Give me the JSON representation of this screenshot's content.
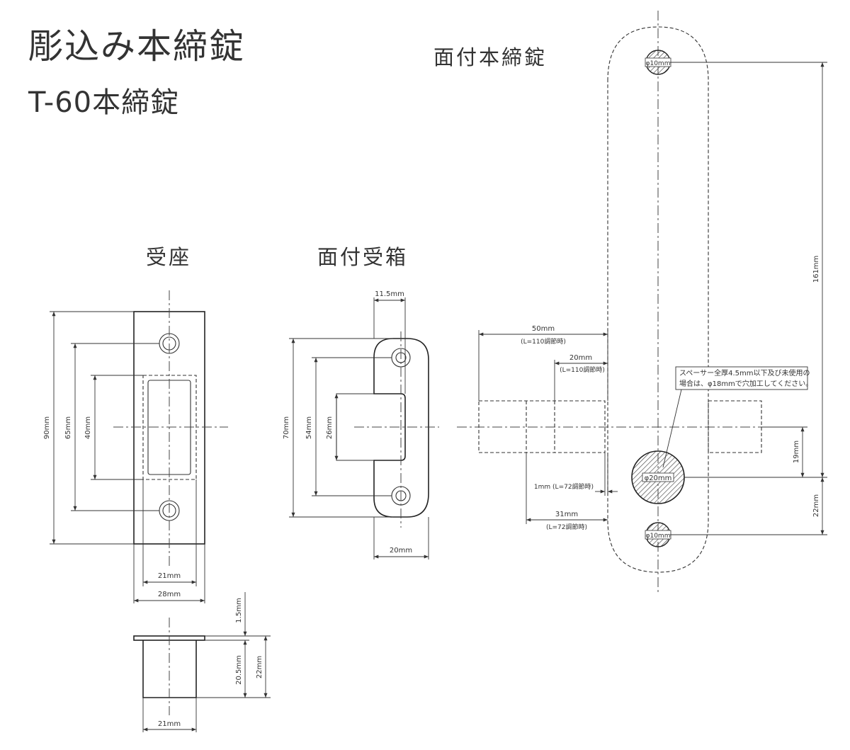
{
  "title": "彫込み本締錠",
  "subtitle": "T-60本締錠",
  "labels": {
    "receiver": "受座",
    "surface_box": "面付受箱",
    "surface_lock": "面付本締錠"
  },
  "dimensions": {
    "ukeza_90": "90mm",
    "ukeza_65": "65mm",
    "ukeza_40": "40mm",
    "ukeza_21": "21mm",
    "ukeza_28": "28mm",
    "side_1_5": "1.5mm",
    "side_20_5": "20.5mm",
    "side_22": "22mm",
    "side_21": "21mm",
    "box_11_5": "11.5mm",
    "box_70": "70mm",
    "box_54": "54mm",
    "box_26": "26mm",
    "box_20": "20mm",
    "lock_50": "50mm",
    "lock_50_note": "(L=110調節時)",
    "lock_20": "20mm",
    "lock_20_note": "(L=110調節時)",
    "lock_1": "1mm (L=72調節時)",
    "lock_31": "31mm",
    "lock_31_note": "(L=72調節時)",
    "lock_161": "161mm",
    "lock_19": "19mm",
    "lock_22": "22mm",
    "phi10_top": "φ10mm",
    "phi20": "φ20mm",
    "phi10_bottom": "φ10mm"
  },
  "note": {
    "line1": "スペーサー全厚4.5mm以下及び未使用の",
    "line2": "場合は、φ18mmで穴加工してください。"
  }
}
